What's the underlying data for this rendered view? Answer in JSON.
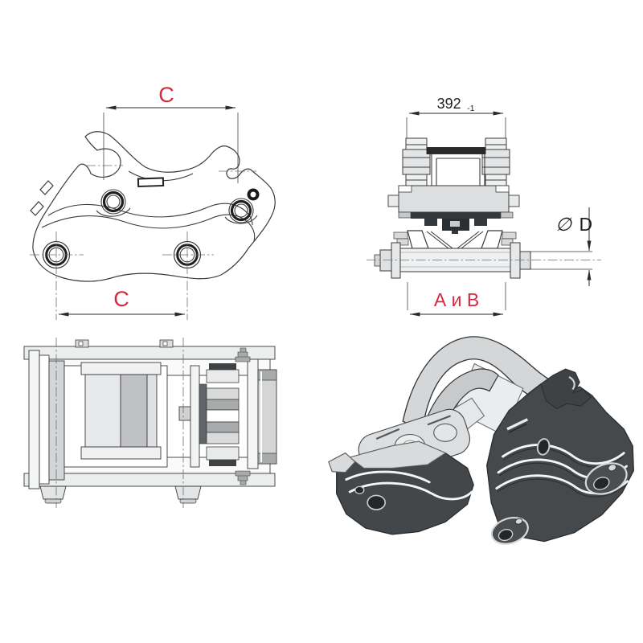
{
  "drawing": {
    "background": "#ffffff",
    "line_color": "#3b3b3b",
    "dimension_line_color": "#2b2b2b",
    "dimension_text_red": "#d42a3f",
    "dimension_text_black": "#1f1f1f",
    "dark_plate_color": "#45494b",
    "light_part_color": "#d9dadc",
    "gray_fill_color": "#c9cbcd"
  },
  "dimensions": {
    "side_top_span": "C",
    "side_bottom_span": "C",
    "front_width_value": "392",
    "front_width_tolerance": "-1",
    "front_diameter_symbol": "∅",
    "front_diameter_letter": "D",
    "front_bottom_span": "А и В"
  }
}
